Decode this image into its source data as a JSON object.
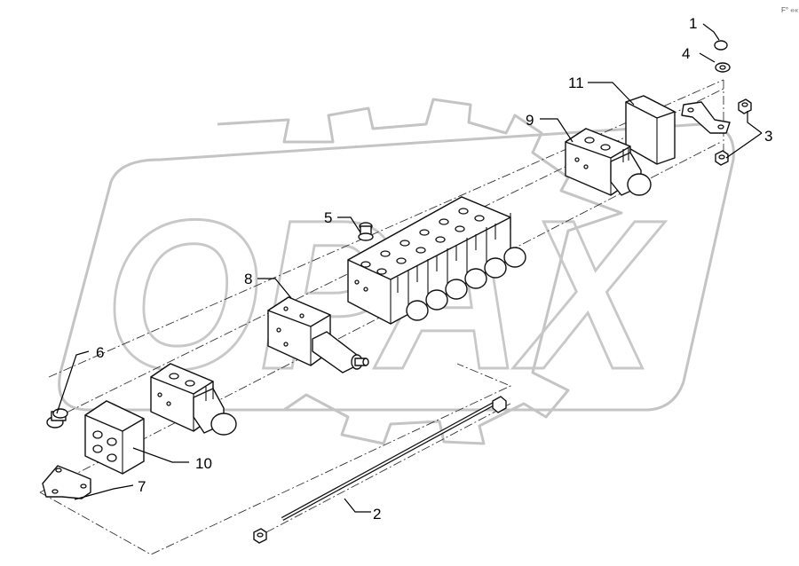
{
  "watermark": {
    "brand": "OPAX",
    "logo": "gear-logo"
  },
  "corner_mark": "F° ««",
  "callouts": [
    {
      "id": "part-1",
      "label": "1"
    },
    {
      "id": "part-2",
      "label": "2"
    },
    {
      "id": "part-3",
      "label": "3"
    },
    {
      "id": "part-4",
      "label": "4"
    },
    {
      "id": "part-5",
      "label": "5"
    },
    {
      "id": "part-6",
      "label": "6"
    },
    {
      "id": "part-7",
      "label": "7"
    },
    {
      "id": "part-8",
      "label": "8"
    },
    {
      "id": "part-9",
      "label": "9"
    },
    {
      "id": "part-10",
      "label": "10"
    },
    {
      "id": "part-11",
      "label": "11"
    }
  ]
}
